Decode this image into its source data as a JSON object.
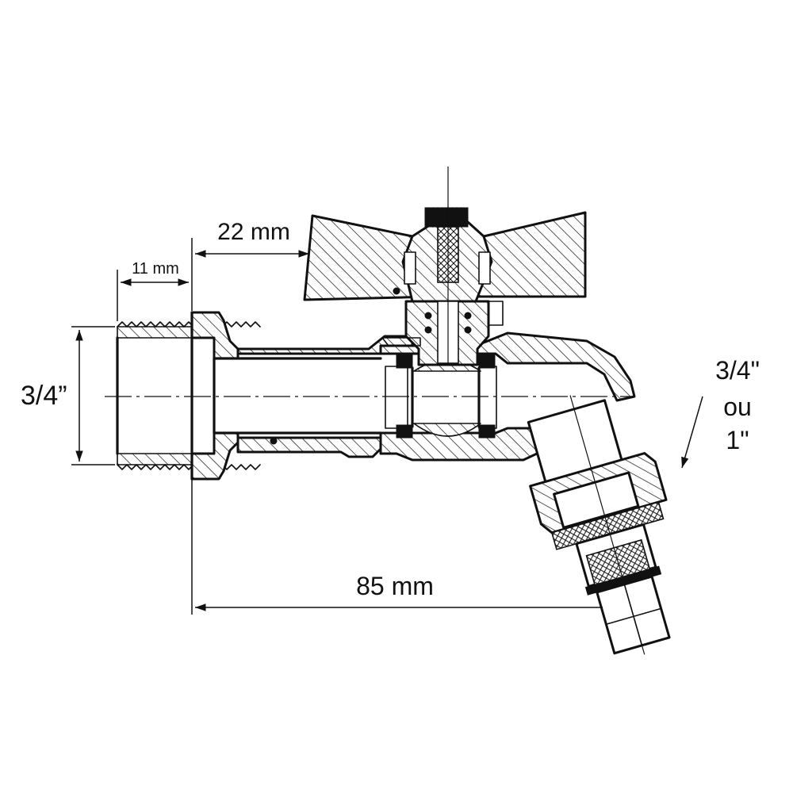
{
  "dimensions": {
    "handle_offset": "22 mm",
    "thread_length": "11 mm",
    "inlet_thread": "3/4”",
    "overall_length": "85 mm",
    "outlet_thread": {
      "line1": "3/4\"",
      "line2": "ou",
      "line3": "1\""
    }
  },
  "colors": {
    "line": "#111111",
    "background": "#ffffff"
  }
}
